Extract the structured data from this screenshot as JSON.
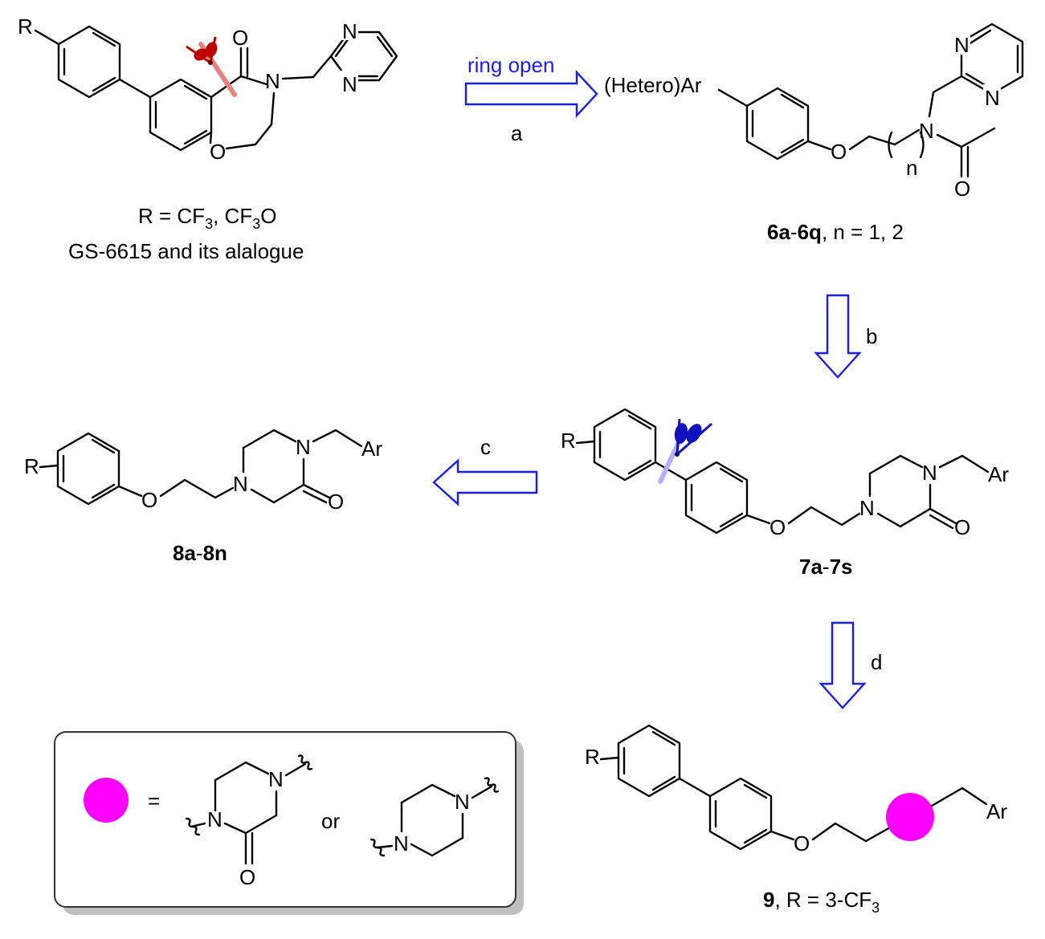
{
  "colors": {
    "arrow": "#1a1aff",
    "scaffold_circle": "#ff00ff",
    "scissors_red": "#c00000",
    "scissors_blue": "#1010c0",
    "box_border": "#333333",
    "box_shadow": "#bfbfbf"
  },
  "atoms": {
    "R": "R",
    "O": "O",
    "N": "N",
    "Ar": "Ar",
    "hetero_ar": "(Hetero)Ar",
    "n": "n"
  },
  "compound1": {
    "caption_r": "R = CF",
    "sub3": "3",
    "caption_r_mid": ", CF",
    "caption_r_end": "O",
    "caption_name": "GS-6615 and its alalogue"
  },
  "compound6": {
    "bold": "6a",
    "dash": "-",
    "bold2": "6q",
    "rest": ",  n = 1, 2"
  },
  "compound7": {
    "bold": "7a",
    "dash": "-",
    "bold2": "7s"
  },
  "compound8": {
    "bold": "8a",
    "dash": "-",
    "bold2": "8n"
  },
  "compound9": {
    "bold": "9",
    "rest": ", R = 3-CF",
    "sub": "3"
  },
  "arrows": {
    "a_top": "ring open",
    "a": "a",
    "b": "b",
    "c": "c",
    "d": "d"
  },
  "legend": {
    "equals": "=",
    "or": "or"
  }
}
